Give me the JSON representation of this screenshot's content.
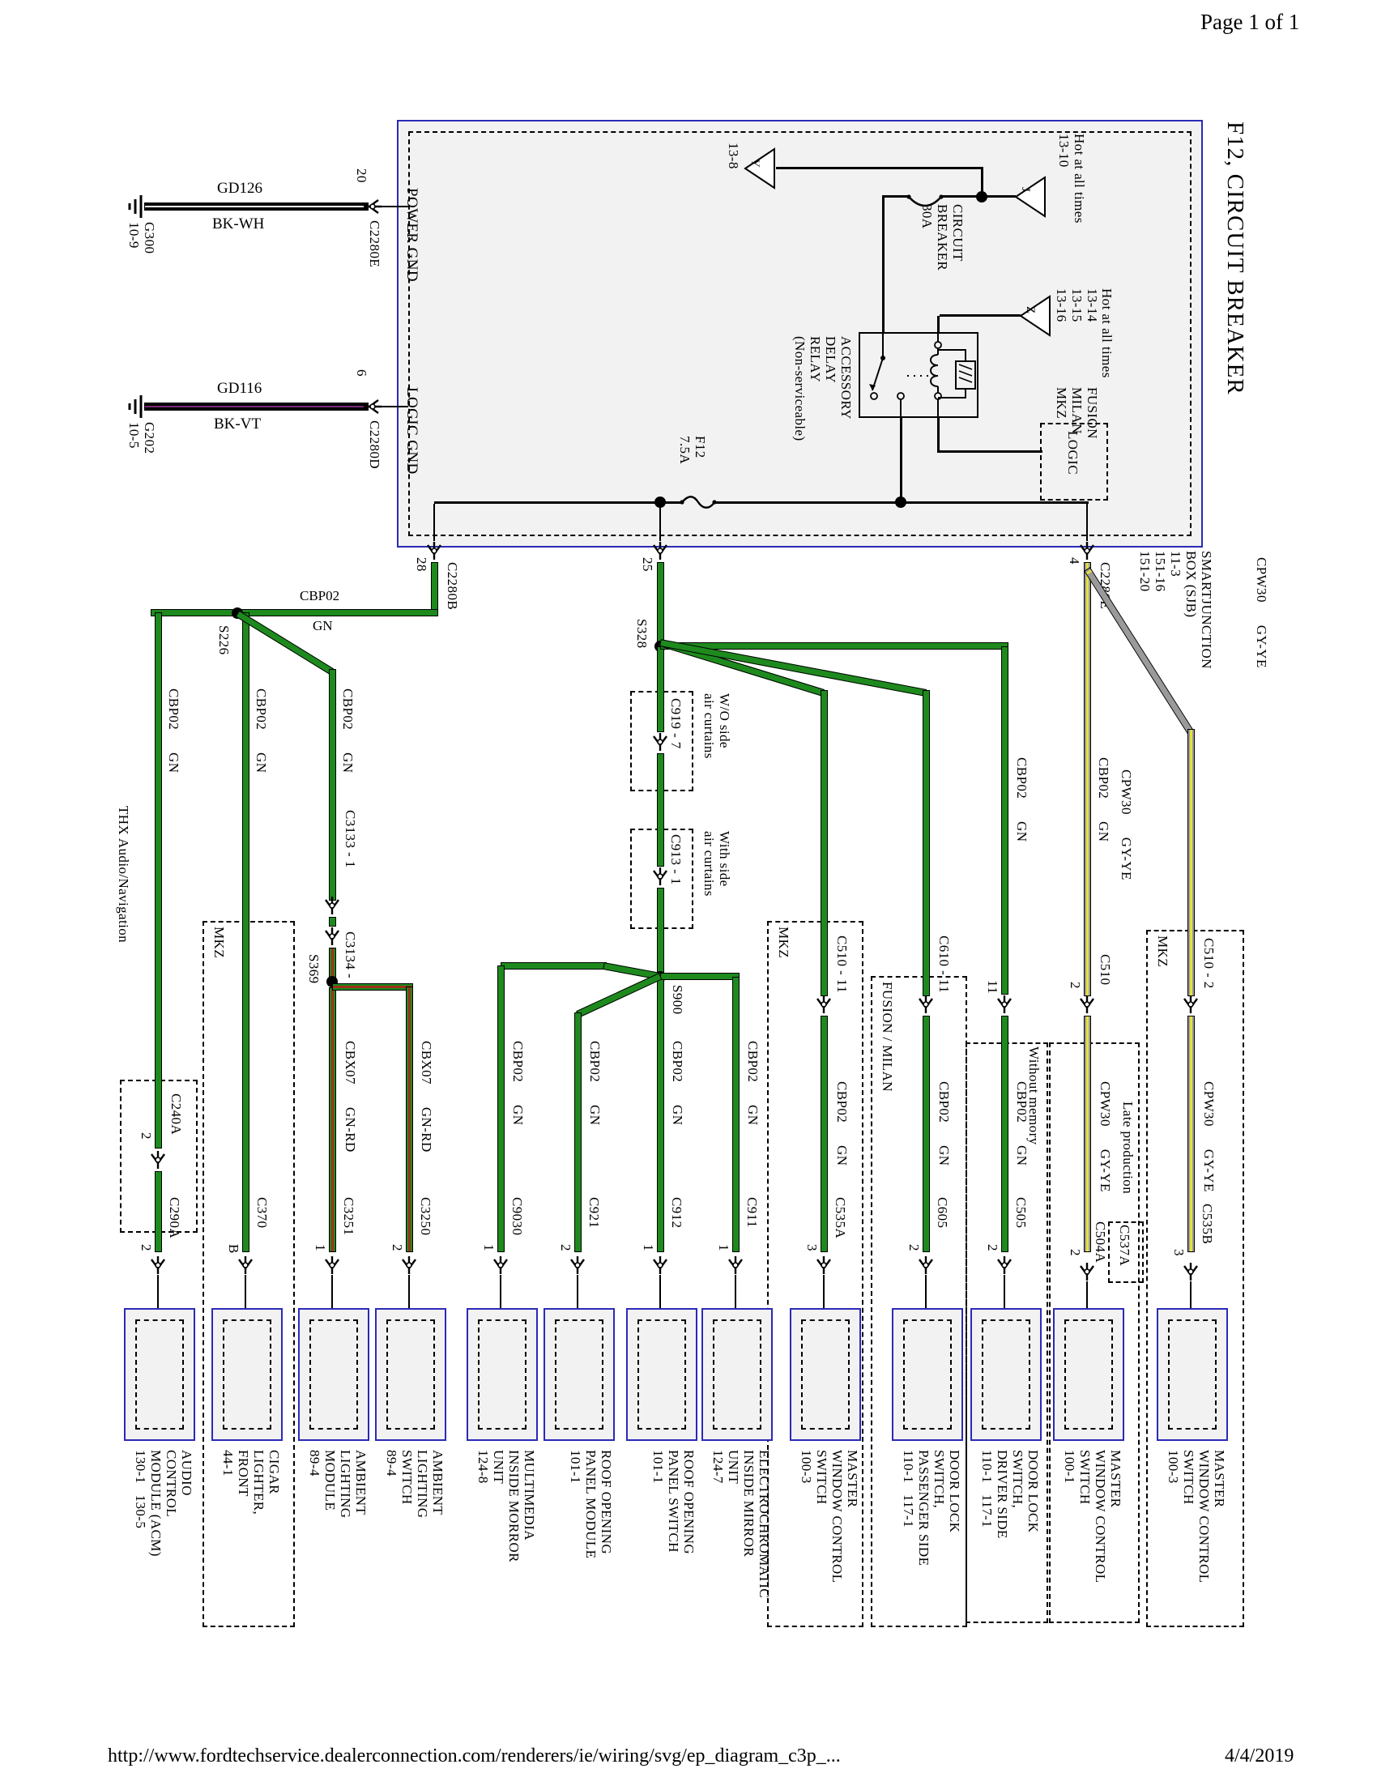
{
  "page": {
    "header": "Page 1 of 1",
    "title": "F12, CIRCUIT BREAKER",
    "footer_url": "http://www.fordtechservice.dealerconnection.com/renderers/ie/wiring/svg/ep_diagram_c3p_...",
    "footer_date": "4/4/2019"
  },
  "sjb": {
    "power_gnd": "POWER GND",
    "logic_gnd": "LOGIC GND",
    "ref": "SMARTJUNCTION\nBOX (SJB)\n11-3\n151-16\n151-20",
    "fuse": "F12\n7.5A",
    "breaker": "CIRCUIT\nBREAKER\n30A",
    "relay": "ACCESSORY\nDELAY\nRELAY\n(Non-serviceable)",
    "logic": "LOGIC",
    "tri_y": "Y",
    "tri_y_ref": "13-8",
    "tri_j": "J",
    "tri_j_label": "Hot at all times\n13-10",
    "tri_z": "Z",
    "tri_z_hot": "Hot at all times",
    "tri_z_refs": "13-14\n13-15\n13-16",
    "tri_z_vehicles": "FUSION\nMILAN\nMKZ",
    "pin28": "28",
    "pin25": "25",
    "pin4": "4",
    "c2280b": "C2280B",
    "c2280e": "C2280E"
  },
  "grounds": [
    {
      "name": "GD126",
      "color": "BK-WH",
      "gnd": "G300\n10-9",
      "pin": "20",
      "conn": "C2280E"
    },
    {
      "name": "GD116",
      "color": "BK-VT",
      "gnd": "G202\n10-5",
      "pin": "6",
      "conn": "C2280D"
    }
  ],
  "wires": {
    "cbp02": "CBP02      GN",
    "cbp02_name": "CBP02",
    "cbp02_color": "GN",
    "cbx07": "CBX07      GN-RD",
    "cpw30": "CPW30      GY-YE"
  },
  "splices": {
    "s226": "S226",
    "s328": "S328",
    "s369": "S369",
    "s900": "S900"
  },
  "inline": {
    "thx": "THX Audio/Navigation",
    "c240a": "C240A",
    "c240a_pin": "2",
    "c3133": "C3133 - 1",
    "c3134": "C3134 - 1",
    "c919": "C919 - 7",
    "c919_opt": "W/O side\nair curtains",
    "c913": "C913 - 1",
    "c913_opt": "With side\nair curtains",
    "c510_11": "C510 - 11",
    "c610_11": "C610 - 11",
    "pin11": "11",
    "c510": "C510",
    "c510_pin": "2",
    "c510_2": "C510 - 2",
    "c537a": "C537A"
  },
  "options": {
    "mkz": "MKZ",
    "fusion_milan": "FUSION / MILAN",
    "without_memory": "Without memory",
    "late_production": "Late production"
  },
  "components": [
    {
      "conn": "C290A",
      "pin": "2",
      "label": "AUDIO\nCONTROL\nMODULE (ACM)\n130-1   130-5"
    },
    {
      "conn": "C370",
      "pin": "B",
      "label": "CIGAR\nLIGHTER,\nFRONT\n44-1"
    },
    {
      "conn": "C3251",
      "pin": "1",
      "label": "AMBIENT\nLIGHTING\nMODULE\n89-4"
    },
    {
      "conn": "C3250",
      "pin": "2",
      "label": "AMBIENT\nLIGHTING\nSWITCH\n89-4"
    },
    {
      "conn": "C9030",
      "pin": "1",
      "label": "MULTIMEDIA\nINSIDE MORROR\nUNIT\n124-8"
    },
    {
      "conn": "C921",
      "pin": "2",
      "label": "ROOF OPENING\nPANEL MODULE\n101-1"
    },
    {
      "conn": "C912",
      "pin": "1",
      "label": "ROOF OPENING\nPANEL SWITCH\n101-1"
    },
    {
      "conn": "C911",
      "pin": "1",
      "label": "ELECTROCHROMATIC\nINSIDE MIRROR\nUNIT\n124-7"
    },
    {
      "conn": "C535A",
      "pin": "3",
      "label": "MASTER\nWINDOW CONTROL\nSWITCH\n100-3"
    },
    {
      "conn": "C605",
      "pin": "2",
      "label": "DOOR LOCK\nSWITCH,\nPASSENGER SIDE\n110-1   117-1"
    },
    {
      "conn": "C505",
      "pin": "2",
      "label": "DOOR LOCK\nSWITCH,\nDRIVER SIDE\n110-1   117-1"
    },
    {
      "conn": "C504A",
      "pin": "2",
      "label": "MASTER\nWINDOW CONTROL\nSWITCH\n100-1"
    },
    {
      "conn": "C535B",
      "pin": "3",
      "label": "MASTER\nWINDOW CONTROL\nSWITCH\n100-3"
    }
  ],
  "colors": {
    "wire_green": "#1e8a1e",
    "wire_yellow": "#e6e13c",
    "wire_gray": "#9a9a9a",
    "wire_red": "#a03018",
    "wire_violet": "#7a2a7a",
    "box_blue": "#2a2ab8",
    "box_fill": "#f2f2f2"
  }
}
